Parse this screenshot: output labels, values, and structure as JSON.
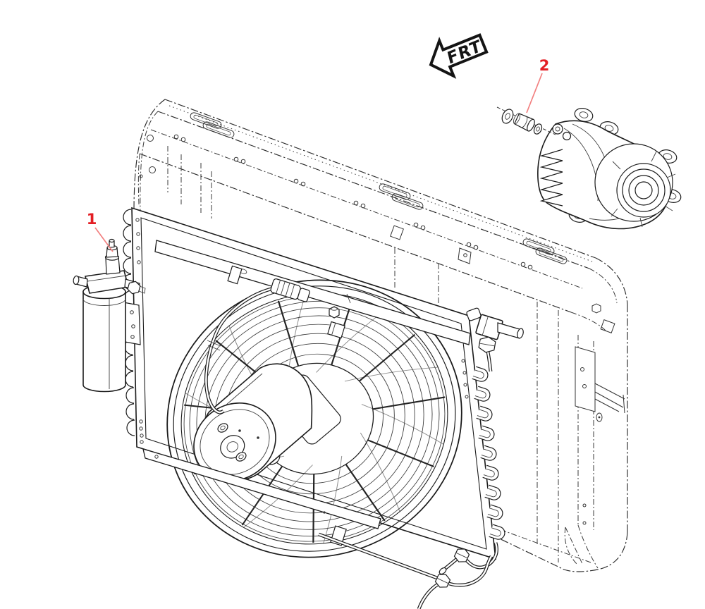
{
  "figure": {
    "type": "exploded-parts-diagram",
    "subject": "air-conditioning condenser, fan, receiver-drier and compressor with radiator shown in phantom",
    "orientation_marker": {
      "label": "FRT"
    },
    "callouts": [
      {
        "number": "1",
        "points_to": "receiver-drier-fitting"
      },
      {
        "number": "2",
        "points_to": "compressor-seal-union"
      }
    ],
    "colors": {
      "callout": "#e31e24",
      "leader": "#f28080",
      "line": "#1b1b1b",
      "phantom": "#2b2b2b",
      "background": "#ffffff"
    }
  }
}
